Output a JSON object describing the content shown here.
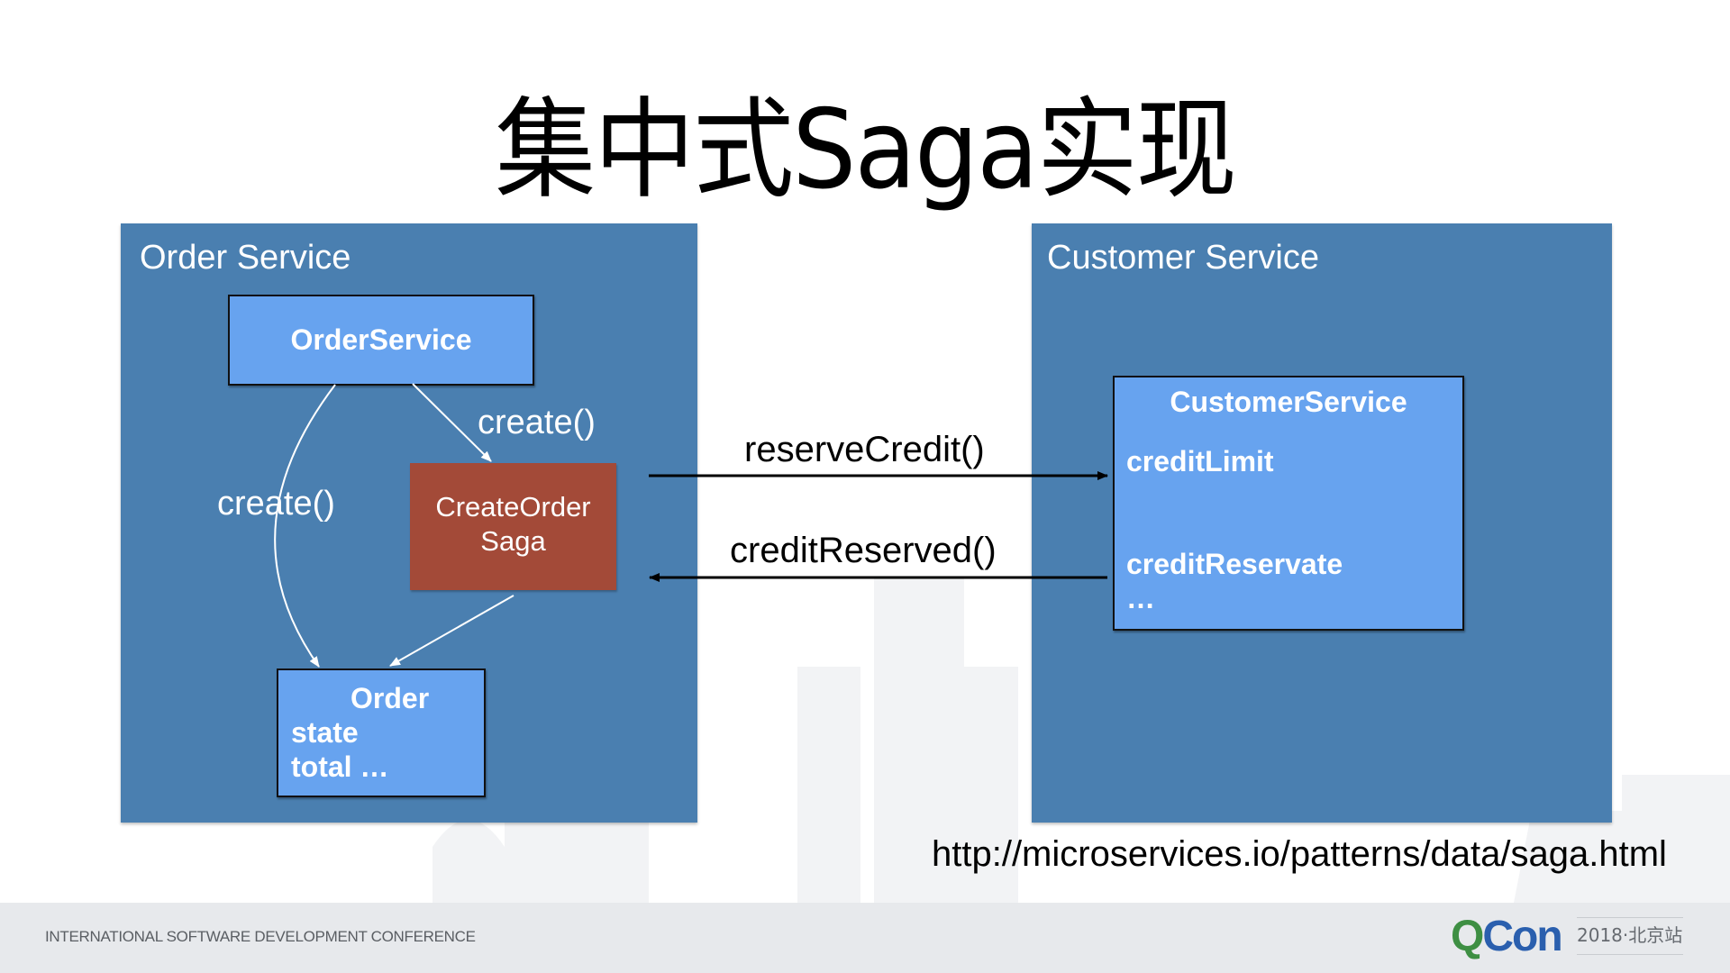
{
  "slide": {
    "title": "集中式Saga实现",
    "reference_url": "http://microservices.io/patterns/data/saga.html"
  },
  "order_service": {
    "panel_label": "Order Service",
    "order_service_box": {
      "title": "OrderService"
    },
    "saga_box": {
      "line1": "CreateOrder",
      "line2": "Saga"
    },
    "order_box": {
      "title": "Order",
      "fields": [
        "state",
        "total …"
      ]
    },
    "edges": {
      "service_to_saga_label": "create()",
      "service_to_order_label": "create()"
    }
  },
  "customer_service": {
    "panel_label": "Customer Service",
    "customer_service_box": {
      "title": "CustomerService",
      "fields": [
        "creditLimit",
        "creditReservate",
        "…"
      ]
    }
  },
  "messages": {
    "request_label": "reserveCredit()",
    "reply_label": "creditReserved()"
  },
  "footer": {
    "conference_name": "INTERNATIONAL SOFTWARE DEVELOPMENT CONFERENCE",
    "logo_q": "Q",
    "logo_con": "Con",
    "edition": "2018·北京站"
  },
  "colors": {
    "panel": "#4a7fb0",
    "component_box": "#67a3ef",
    "saga_box": "#a34a38",
    "logo_green": "#3e8f43",
    "logo_blue": "#2a5fae",
    "footer_bg": "#e7e9ec"
  }
}
